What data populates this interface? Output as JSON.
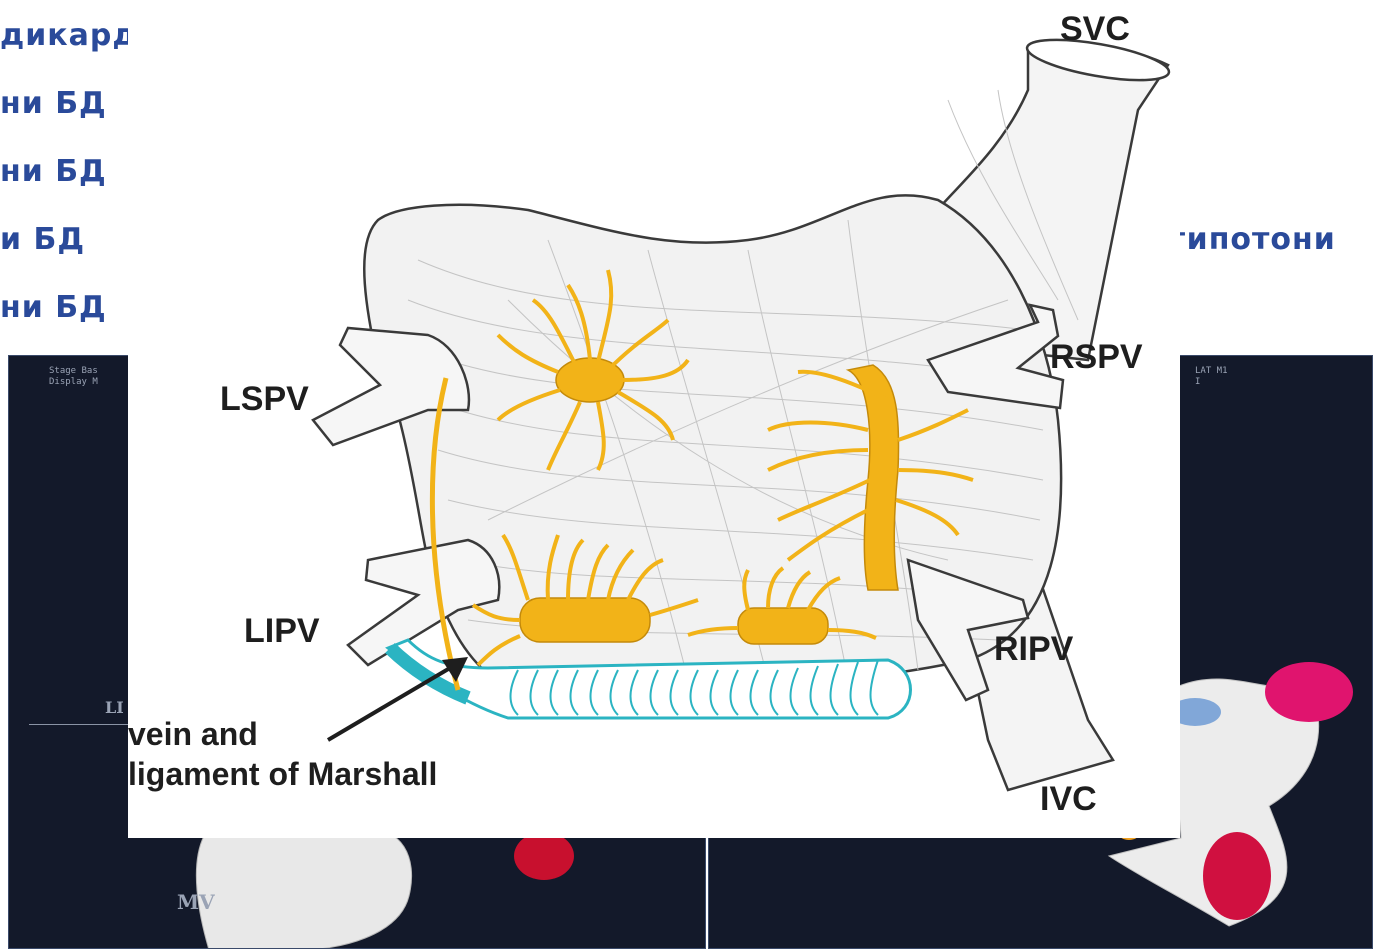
{
  "background": {
    "lines": [
      "дикард",
      "ни БД",
      "ни БД",
      "и БД",
      "ни БД"
    ],
    "right_fragment": "гипотони",
    "left_panel_header": [
      "Stage  Bas",
      "Display  M"
    ],
    "right_panel_header": [
      "LAT  M1",
      "I"
    ],
    "mv_label": "MV",
    "li_label": "LI"
  },
  "diagram": {
    "labels": {
      "svc": "SVC",
      "rspv": "RSPV",
      "lspv": "LSPV",
      "lipv": "LIPV",
      "ripv": "RIPV",
      "ivc": "IVC"
    },
    "caption_line1": "vein and",
    "caption_line2": "ligament of Marshall"
  },
  "colors": {
    "ganglia": "#f2b318",
    "marshall_vein": "#2bb4c2",
    "outline": "#3a3a3a",
    "heading_text": "#2a4a9a",
    "panel_bg": "#13192a"
  }
}
